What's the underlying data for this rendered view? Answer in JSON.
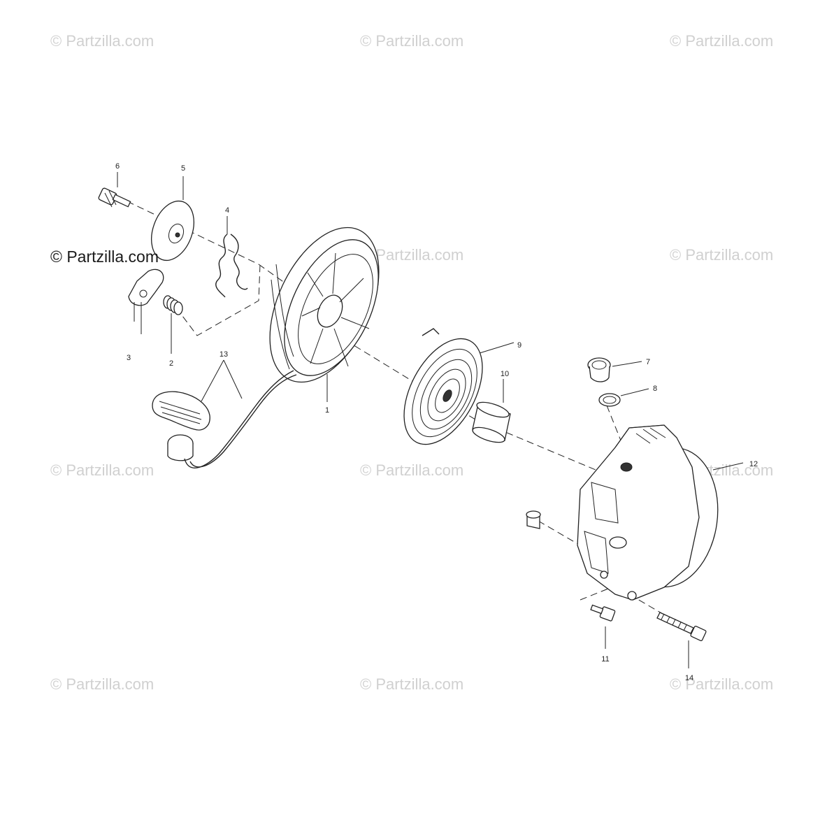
{
  "watermarks": [
    "© Partzilla.com",
    "© Partzilla.com",
    "© Partzilla.com",
    "© Partzilla.com",
    "© Partzilla.com",
    "© Partzilla.com",
    "© Partzilla.com",
    "© Partzilla.com",
    "© Partzilla.com",
    "© Partzilla.com",
    "© Partzilla.com"
  ],
  "main_watermark": "© Partzilla.com",
  "callouts": {
    "c1": "1",
    "c2": "2",
    "c3": "3",
    "c4": "4",
    "c5": "5",
    "c6": "6",
    "c7": "7",
    "c8": "8",
    "c9": "9",
    "c10": "10",
    "c11": "11",
    "c12": "12",
    "c13": "13",
    "c14": "14"
  }
}
